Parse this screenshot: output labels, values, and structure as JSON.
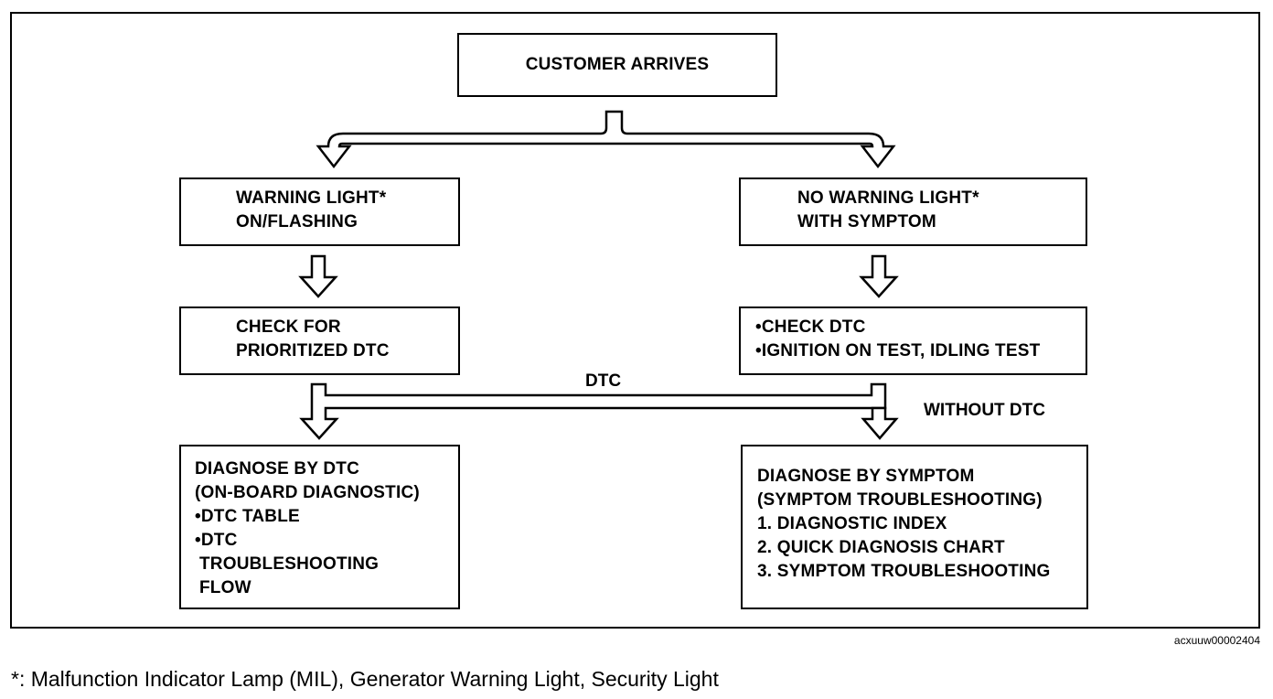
{
  "diagram": {
    "start": {
      "text": "CUSTOMER ARRIVES"
    },
    "warning": {
      "lines": [
        "WARNING LIGHT*",
        "ON/FLASHING"
      ]
    },
    "no_warning": {
      "lines": [
        "NO WARNING LIGHT*",
        "WITH SYMPTOM"
      ]
    },
    "check_prioritized": {
      "lines": [
        "CHECK FOR",
        "PRIORITIZED DTC"
      ]
    },
    "check_dtc": {
      "lines": [
        "•CHECK DTC",
        "•IGNITION ON TEST, IDLING TEST"
      ]
    },
    "diagnose_dtc": {
      "lines": [
        "DIAGNOSE BY DTC",
        "(ON-BOARD DIAGNOSTIC)",
        "•DTC TABLE",
        "•DTC",
        "TROUBLESHOOTING",
        "FLOW"
      ]
    },
    "diagnose_symptom": {
      "lines": [
        "DIAGNOSE BY SYMPTOM",
        "(SYMPTOM TROUBLESHOOTING)",
        "1. DIAGNOSTIC INDEX",
        "2. QUICK DIAGNOSIS CHART",
        "3. SYMPTOM TROUBLESHOOTING"
      ]
    },
    "edge_dtc": "DTC",
    "edge_without_dtc": "WITHOUT DTC",
    "figure_code": "acxuuw00002404"
  },
  "footnote": "*: Malfunction Indicator Lamp (MIL), Generator Warning Light, Security Light"
}
